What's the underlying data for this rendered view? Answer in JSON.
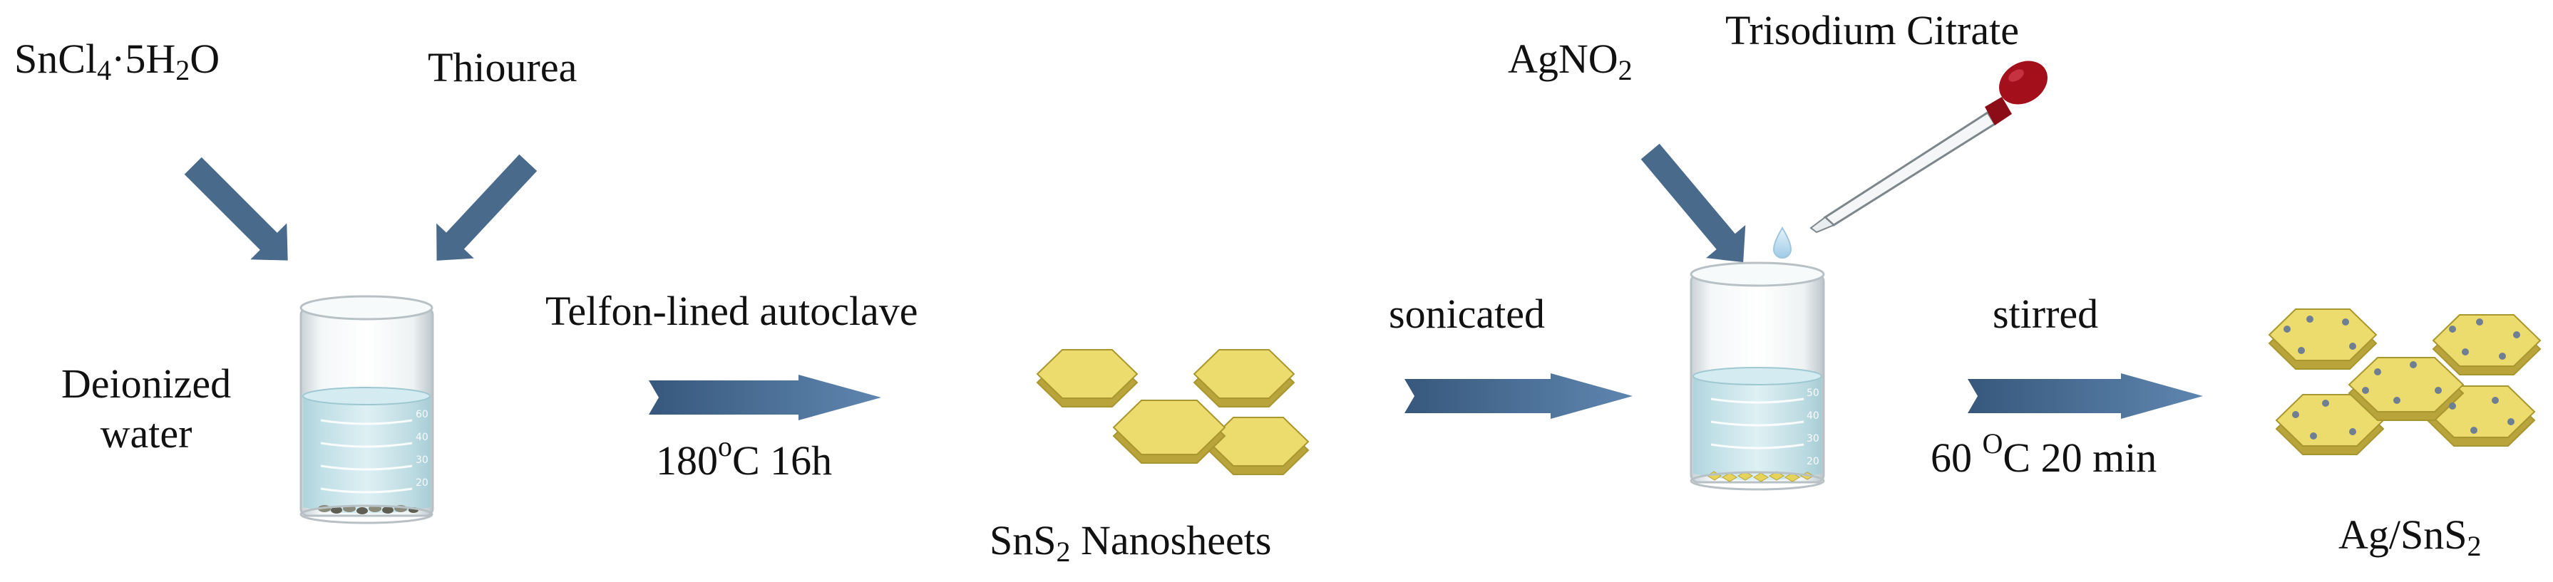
{
  "reagents": {
    "tin_chloride": {
      "base": "SnCl",
      "sub1": "4",
      "mid": "·5H",
      "sub2": "2",
      "tail": "O"
    },
    "thiourea": "Thiourea",
    "agno2": {
      "base": "AgNO",
      "sub": "2"
    },
    "trisodium_citrate": "Trisodium Citrate"
  },
  "solvent": {
    "line1": "Deionized",
    "line2": "water"
  },
  "steps": {
    "step1": {
      "top": "Telfon-lined autoclave",
      "bottom_temp": "180",
      "bottom_deg": "o",
      "bottom_rest": "C 16h"
    },
    "step2": {
      "top": "sonicated"
    },
    "step3": {
      "top": "stirred",
      "bottom_temp": "60 ",
      "bottom_deg": "O",
      "bottom_rest": "C  20 min"
    }
  },
  "products": {
    "nanosheets": {
      "base": "SnS",
      "sub": "2",
      "tail": " Nanosheets"
    },
    "final": {
      "base": "Ag/SnS",
      "sub": "2"
    }
  },
  "colors": {
    "arrow": "#4a6a8c",
    "hexagon_top": "#ecdc6e",
    "hexagon_side": "#b8a43a",
    "glass": "#dde5e8",
    "water": "#bfe0e6",
    "dropper_bulb": "#a3101c",
    "silver_dot": "#6f7f93"
  }
}
